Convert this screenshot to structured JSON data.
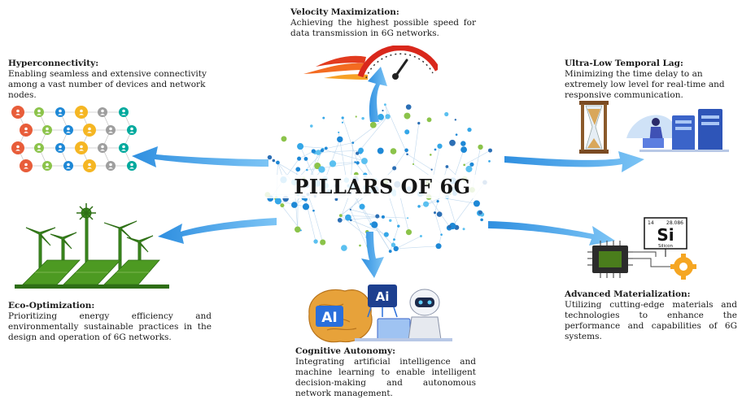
{
  "center": {
    "title": "PILLARS OF 6G"
  },
  "pillars": {
    "velocity": {
      "title": "Velocity Maximization:",
      "text": "Achieving the highest possible speed for data transmission in 6G networks."
    },
    "hyperconnectivity": {
      "title": "Hyperconnectivity:",
      "text": "Enabling seamless and extensive connectivity among a vast number of devices and network nodes."
    },
    "ultra_low_lag": {
      "title": "Ultra-Low Temporal Lag:",
      "text": "Minimizing the time delay to an extremely low level for real-time and responsive communication."
    },
    "eco": {
      "title": "Eco-Optimization:",
      "text": "Prioritizing energy efficiency and environmentally sustainable practices in the design and operation of 6G networks."
    },
    "cognitive": {
      "title": "Cognitive Autonomy:",
      "text": "Integrating artificial intelligence and machine learning to enable intelligent decision-making and autonomous network management."
    },
    "materialization": {
      "title": "Advanced Materialization:",
      "text": "Utilizing cutting-edge materials and technologies to enhance the performance and capabilities of 6G systems."
    }
  },
  "icons": {
    "velocity": "speedometer-icon",
    "hyperconnectivity": "people-network-icon",
    "ultra_low_lag": "hourglass-server-icon",
    "eco": "solar-wind-farm-icon",
    "cognitive": "ai-brain-robot-icon",
    "materialization": "silicon-chip-icon"
  },
  "icon_text": {
    "ai_chip": "Ai",
    "ai_brain": "AI",
    "si_symbol": "Si",
    "si_name": "Silicon",
    "si_number": "14",
    "si_mass": "28.086"
  },
  "colors": {
    "arrow": "#4aa3e8",
    "node_blue": "#1e88d6",
    "node_green": "#8bc34a",
    "speed_red": "#e23b1f",
    "eco_green": "#3b8a1e",
    "chip_green": "#4a7d1c"
  }
}
